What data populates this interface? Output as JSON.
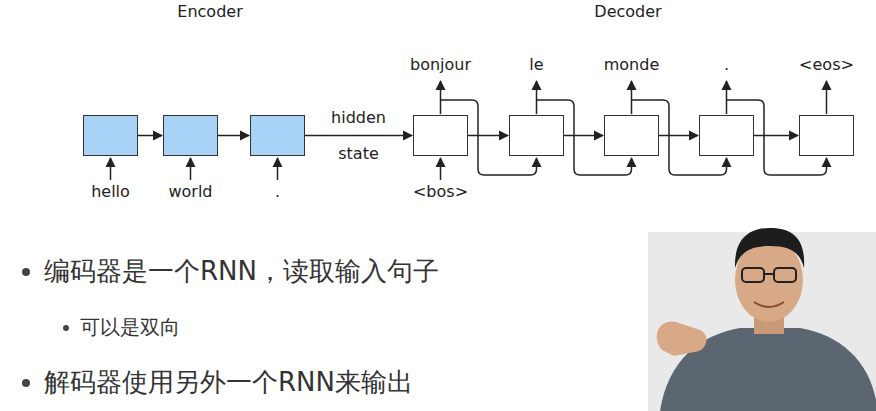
{
  "diagram": {
    "nodes": [
      {
        "text": [
          "hello"
        ]
      },
      {
        "text": [
          "world"
        ]
      },
      {
        "text": [
          "."
        ]
      },
      {
        "text": [
          "bonjour",
          "<bos>"
        ]
      },
      {
        "text": [
          "le"
        ]
      },
      {
        "text": [
          "monde"
        ]
      },
      {
        "text": [
          "."
        ]
      },
      {
        "text": [
          "<eos>"
        ]
      }
    ],
    "edges": [
      {
        "from": 0,
        "to": 1,
        "arrow": "to"
      },
      {
        "from": 1,
        "to": 2,
        "arrow": "to"
      },
      {
        "from": 2,
        "to": 3,
        "arrow": "to",
        "label": "hidden state"
      },
      {
        "from": 3,
        "to": 4,
        "arrow": "to"
      },
      {
        "from": 4,
        "to": 5,
        "arrow": "to"
      },
      {
        "from": 5,
        "to": 6,
        "arrow": "to"
      },
      {
        "from": 6,
        "to": 7,
        "arrow": "to"
      }
    ],
    "labels": [
      "Encoder",
      "Decoder",
      "编码器是一个RNN，读取输入句子",
      "可以是双向",
      "解码器使用另外一个RNN来输出"
    ]
  }
}
